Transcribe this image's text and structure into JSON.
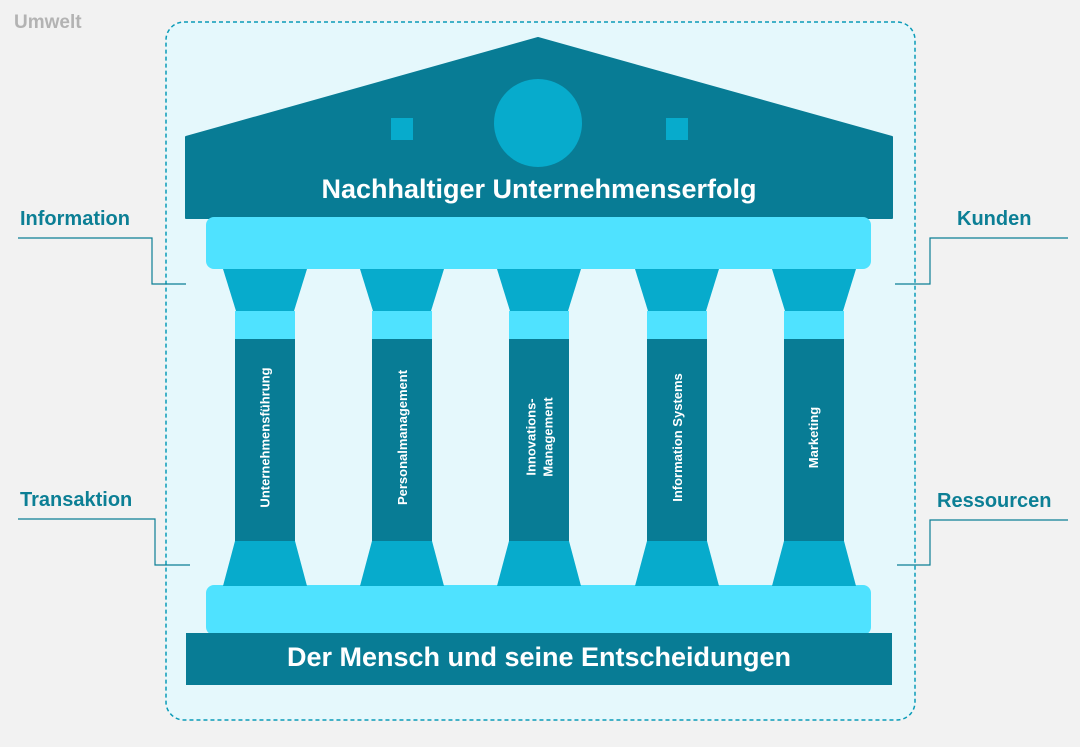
{
  "environment_label": "Umwelt",
  "roof": {
    "title": "Nachhaltiger Unternehmenserfolg"
  },
  "foundation": {
    "title": "Der Mensch und seine Entscheidungen"
  },
  "pillars": [
    {
      "label": "Unternehmensführung"
    },
    {
      "label": "Personalmanagement"
    },
    {
      "label": "Innovations-\nManagement"
    },
    {
      "label": "Information Systems"
    },
    {
      "label": "Marketing"
    }
  ],
  "side_labels": {
    "left_top": "Information",
    "left_bottom": "Transaktion",
    "right_top": "Kunden",
    "right_bottom": "Ressourcen"
  },
  "colors": {
    "dark_teal": "#087c95",
    "mid_cyan": "#07abcc",
    "light_cyan": "#4fe2ff",
    "frame_bg": "#e5f8fc",
    "label_color": "#0c7f95"
  }
}
